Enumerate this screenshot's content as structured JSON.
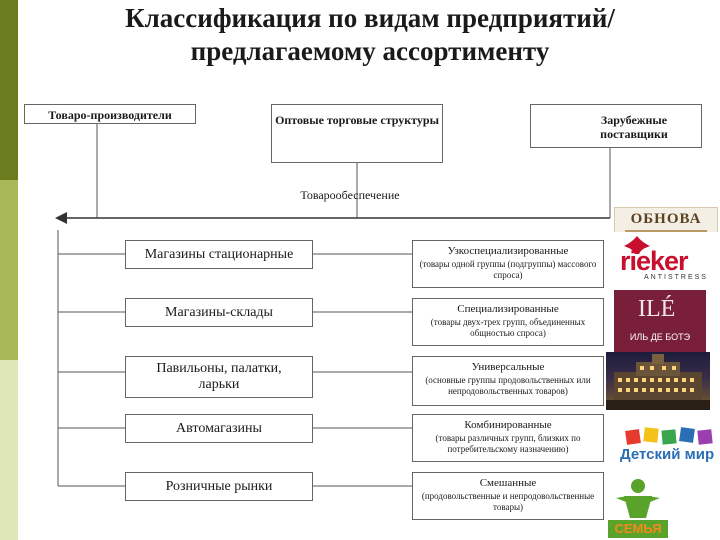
{
  "title": {
    "line1": "Классификация по видам предприятий/",
    "line2": "предлагаемому ассортименту"
  },
  "top_boxes": {
    "producers": "Товаро-производители",
    "wholesale": "Оптовые торговые структуры",
    "foreign": "Зарубежные поставщики"
  },
  "supply_label": "Товарообеспечение",
  "stores": [
    "Магазины стационарные",
    "Магазины-склады",
    "Павильоны, палатки, ларьки",
    "Автомагазины",
    "Розничные рынки"
  ],
  "types": [
    {
      "title": "Узкоспециализированные",
      "desc": "(товары одной группы (подгруппы) массового спроса)"
    },
    {
      "title": "Специализированные",
      "desc": "(товары двух-трех групп, объединенных общностью спроса)"
    },
    {
      "title": "Универсальные",
      "desc": "(основные группы продовольственных или непродовольственных товаров)"
    },
    {
      "title": "Комбинированные",
      "desc": "(товары различных групп, близких по потребительскому назначению)"
    },
    {
      "title": "Смешанные",
      "desc": "(продовольственные и непродовольственные товары)"
    }
  ],
  "logos": {
    "obnova": "ОБНОВА",
    "rieker": "rieker",
    "rieker_sub": "ANTISTRESS",
    "ildebote_mark": "ILÉ",
    "ildebote": "ИЛЬ ДЕ БОТЭ",
    "detskiy": "Детский мир",
    "semya": "СЕМЬЯ"
  },
  "colors": {
    "strip_top": "#6b7d1f",
    "strip_mid": "#a9b95a",
    "strip_low": "#dfe6b8",
    "rieker_red": "#c8102e",
    "ildebote_bg": "#7a1f3a",
    "detskiy_blue": "#2a6fb5",
    "semya_green": "#5aa32a",
    "semya_orange": "#f08a1c"
  }
}
